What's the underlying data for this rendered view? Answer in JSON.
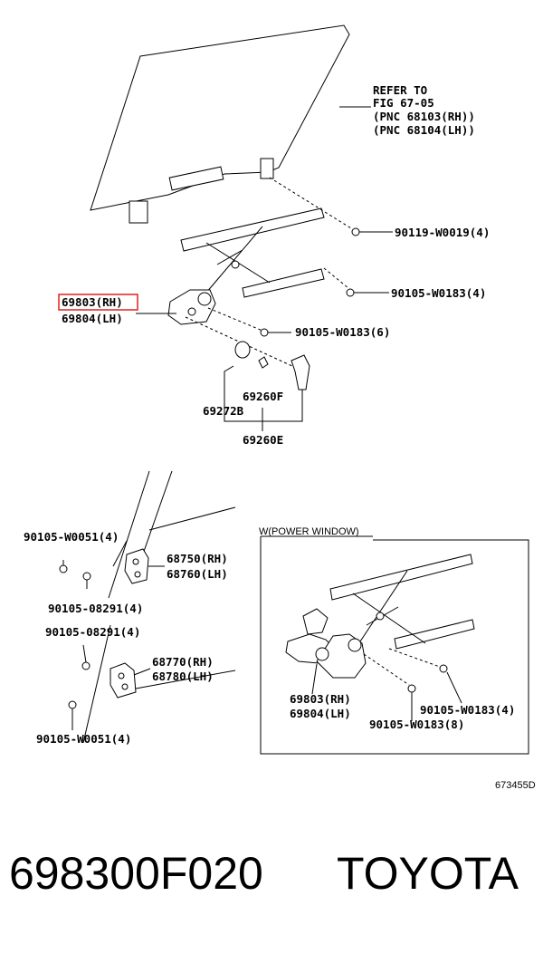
{
  "refer": {
    "line1": "REFER TO",
    "line2": "FIG 67-05",
    "line3": "(PNC 68103(RH))",
    "line4": "(PNC 68104(LH))"
  },
  "labels": {
    "bolt_upper": "90119-W0019(4)",
    "bolt_rail": "90105-W0183(4)",
    "regulator_rh": "69803(RH)",
    "regulator_lh": "69804(LH)",
    "bolt_reg": "90105-W0183(6)",
    "handle_f": "69260F",
    "washer": "69272B",
    "handle_e": "69260E",
    "bolt_hinge_top": "90105-W0051(4)",
    "hinge_upper_rh": "68750(RH)",
    "hinge_upper_lh": "68760(LH)",
    "bolt_hinge_a": "90105-08291(4)",
    "bolt_hinge_b": "90105-08291(4)",
    "hinge_lower_rh": "68770(RH)",
    "hinge_lower_lh": "68780(LH)",
    "bolt_hinge_bottom": "90105-W0051(4)"
  },
  "power_window": {
    "title": "W(POWER WINDOW)",
    "regulator_rh": "69803(RH)",
    "regulator_lh": "69804(LH)",
    "bolt_a": "90105-W0183(4)",
    "bolt_b": "90105-W0183(8)"
  },
  "figure_code": "673455D",
  "footer": {
    "part_number": "698300F020",
    "brand": "TOYOTA"
  },
  "colors": {
    "highlight": "#e0201a",
    "line": "#000000"
  }
}
